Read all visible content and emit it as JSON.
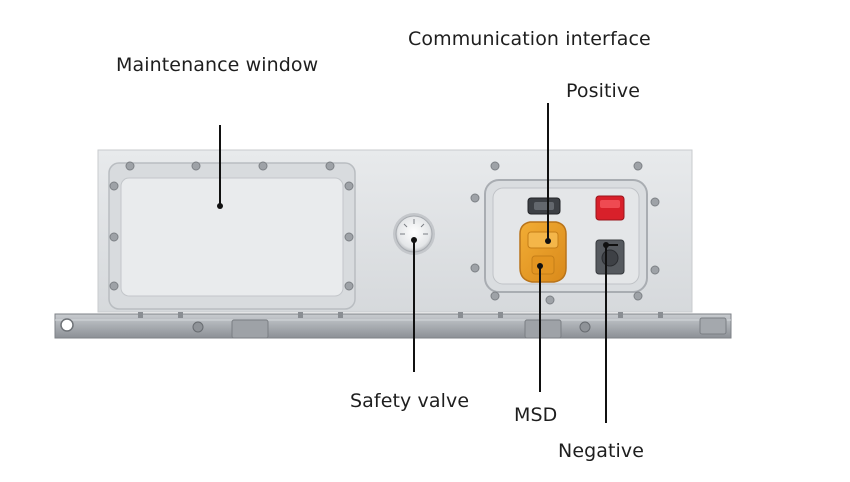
{
  "labels": {
    "maintenance_window": "Maintenance window",
    "communication_interface": "Communication interface",
    "positive": "Positive",
    "safety_valve": "Safety valve",
    "msd": "MSD",
    "negative": "Negative"
  },
  "colors": {
    "background": "#ffffff",
    "housing": "#e2e4e6",
    "rail": "#b4b8bd",
    "msd_connector": "#e69a1e",
    "positive_terminal": "#d8202a",
    "negative_terminal": "#55595e",
    "leader_line": "#111111"
  },
  "icons": {
    "bolt": "bolt-icon",
    "gauge": "pressure-gauge-icon"
  }
}
